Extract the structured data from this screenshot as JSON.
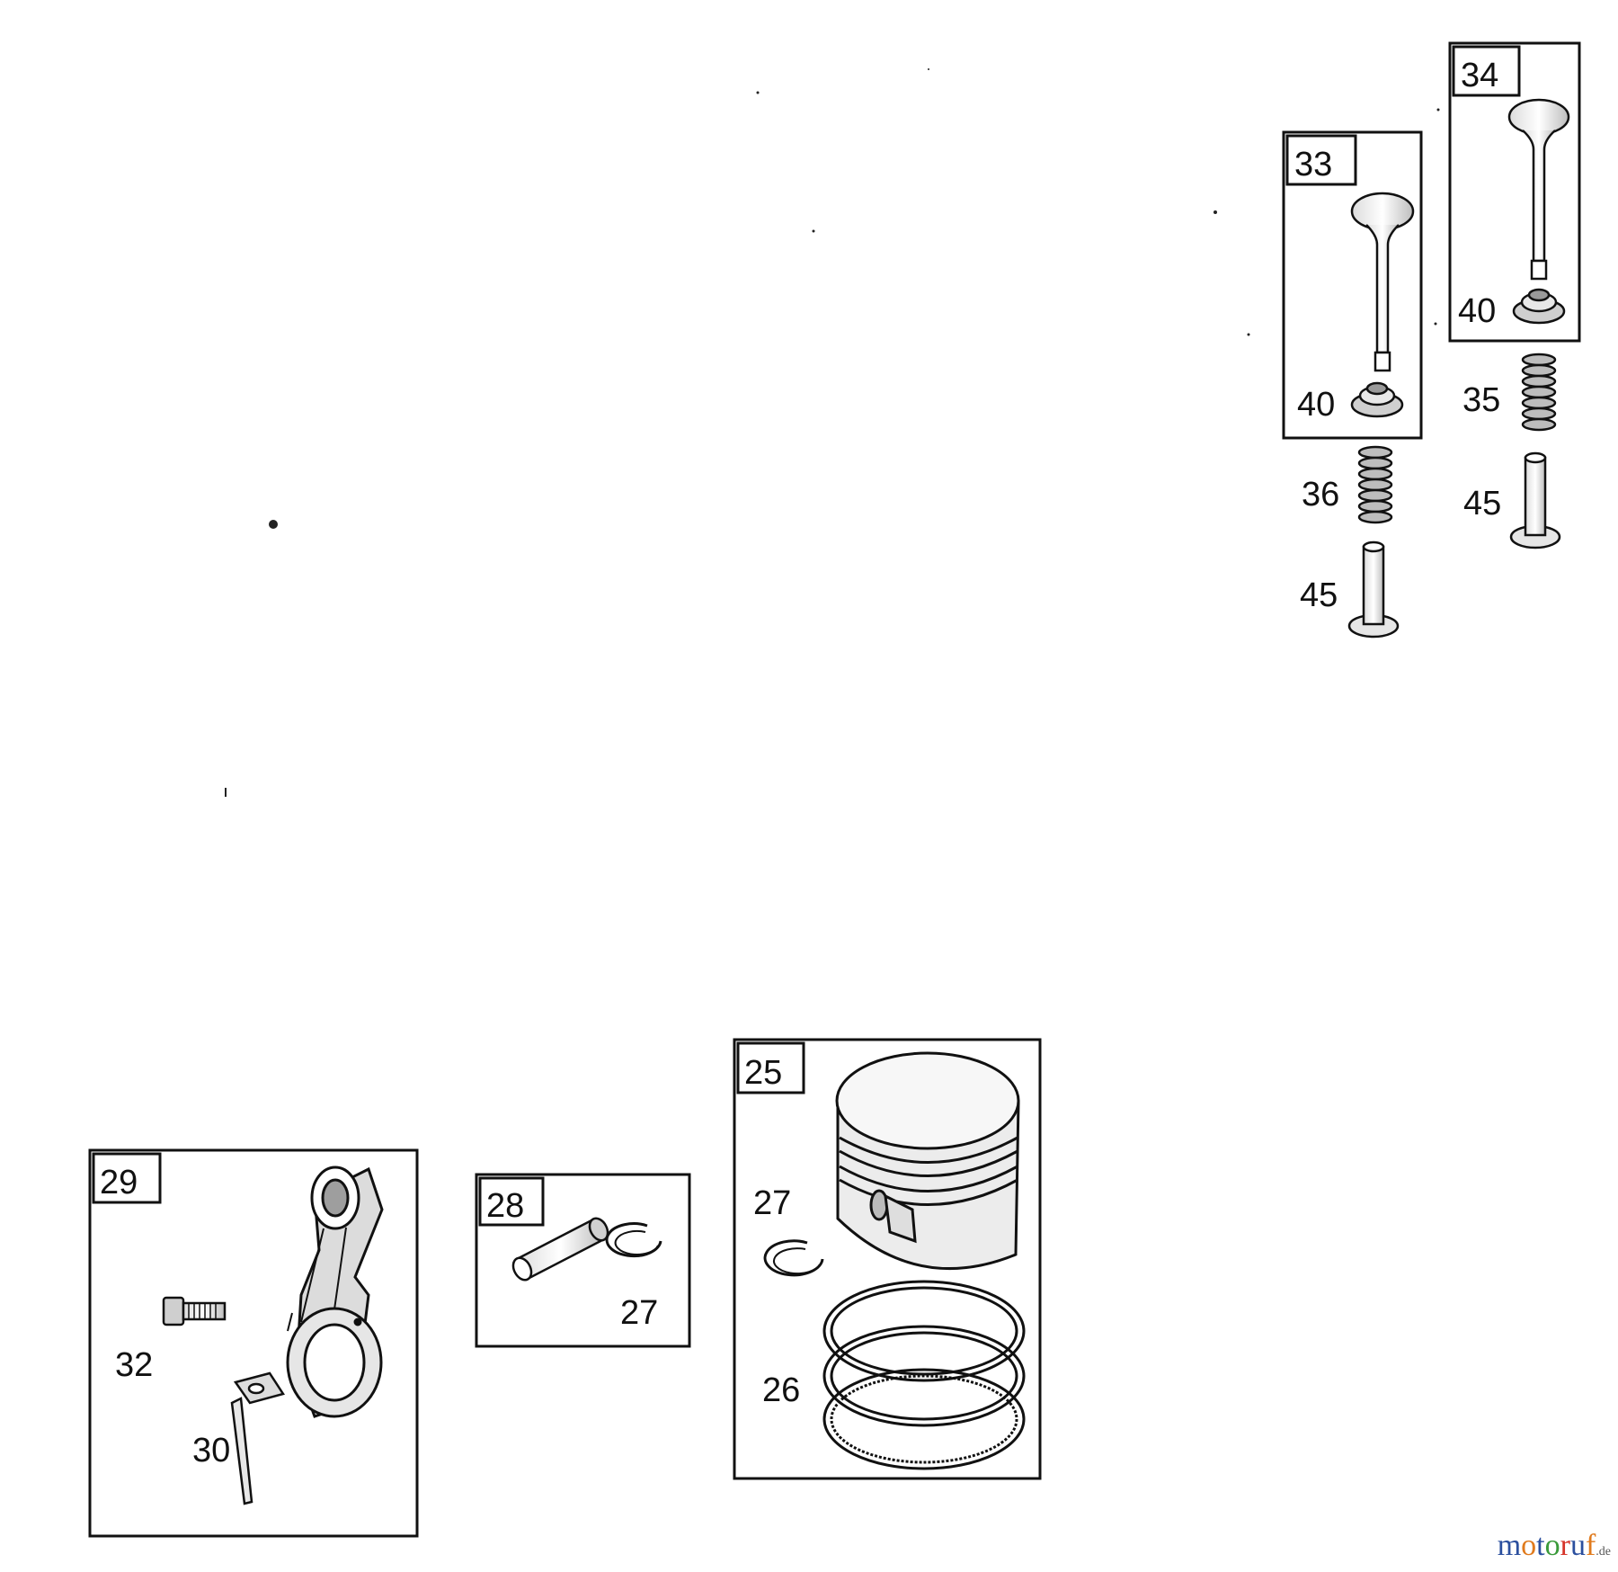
{
  "diagram": {
    "boxes": {
      "b33": "33",
      "b34": "34",
      "b29": "29",
      "b28": "28",
      "b25": "25"
    },
    "labels": {
      "valve33_retainer": "40",
      "valve34_retainer": "40",
      "spring36": "36",
      "spring35": "35",
      "tappet45_left": "45",
      "tappet45_right": "45",
      "bolt32": "32",
      "dipper30": "30",
      "clip27_box28": "27",
      "clip27_box25": "27",
      "rings26": "26"
    }
  },
  "watermark": {
    "brand_letters": [
      "m",
      "o",
      "t",
      "o",
      "r",
      "u",
      "f"
    ],
    "brand_colors": [
      "#2b4f9e",
      "#e07a1c",
      "#2b4f9e",
      "#3a9a3a",
      "#d6342a",
      "#2b4f9e",
      "#e07a1c"
    ],
    "tld": ".de"
  }
}
